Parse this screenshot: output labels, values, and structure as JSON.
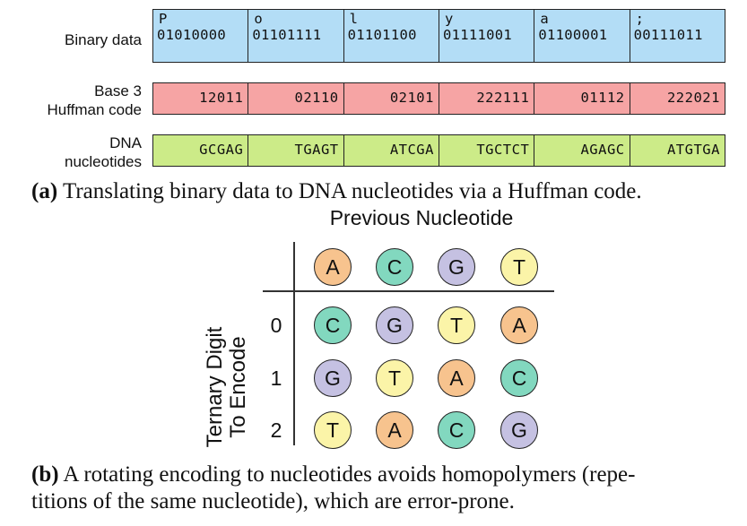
{
  "rows": {
    "binary_label": "Binary data",
    "huffman_label": [
      "Base 3",
      "Huffman code"
    ],
    "dna_label": [
      "DNA",
      "nucleotides"
    ]
  },
  "binary": [
    {
      "char": "P",
      "bits": "01010000"
    },
    {
      "char": "o",
      "bits": "01101111"
    },
    {
      "char": "l",
      "bits": "01101100"
    },
    {
      "char": "y",
      "bits": "01111001"
    },
    {
      "char": "a",
      "bits": "01100001"
    },
    {
      "char": ";",
      "bits": "00111011"
    }
  ],
  "huffman": [
    "12011",
    "02110",
    "02101",
    "222111",
    "01112",
    "222021"
  ],
  "dna": [
    "GCGAG",
    "TGAGT",
    "ATCGA",
    "TGCTCT",
    "AGAGC",
    "ATGTGA"
  ],
  "colors": {
    "binary_fill": "#b3ddf6",
    "huffman_fill": "#f6a4a4",
    "dna_fill": "#cceb88",
    "A": "#f7c38e",
    "C": "#82d8bf",
    "G": "#c5c1e2",
    "T": "#fbf4a8"
  },
  "caption_a": {
    "tag": "(a)",
    "text": " Translating binary data to DNA nucleotides via a Huffman code."
  },
  "grid": {
    "title": "Previous Nucleotide",
    "y_label": [
      "Ternary Digit",
      "To Encode"
    ],
    "header": [
      "A",
      "C",
      "G",
      "T"
    ],
    "digits": [
      "0",
      "1",
      "2"
    ],
    "rows": [
      [
        "C",
        "G",
        "T",
        "A"
      ],
      [
        "G",
        "T",
        "A",
        "C"
      ],
      [
        "T",
        "A",
        "C",
        "G"
      ]
    ]
  },
  "caption_b": {
    "tag": "(b)",
    "line1": " A rotating encoding to nucleotides avoids homopolymers (repe-",
    "line2": "titions of the same nucleotide), which are error-prone."
  }
}
